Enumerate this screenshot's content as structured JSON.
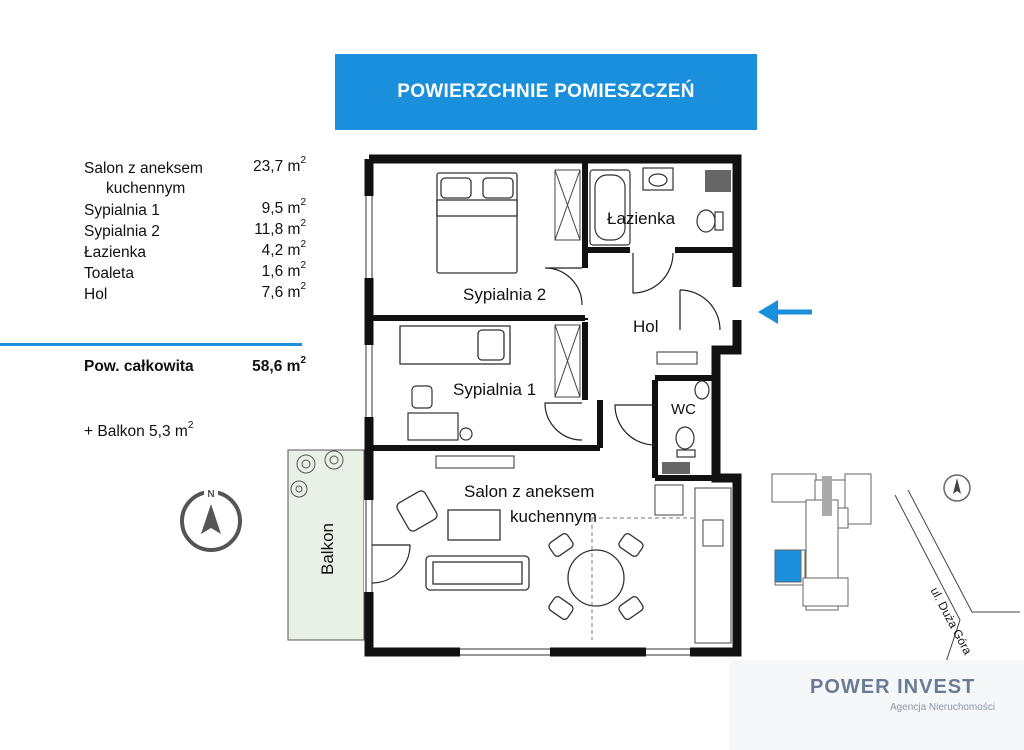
{
  "banner": {
    "title": "POWIERZCHNIE POMIESZCZEŃ"
  },
  "areas": [
    {
      "name": "Salon z aneksem",
      "name2": "kuchennym",
      "value": "23,7 m"
    },
    {
      "name": "Sypialnia 1",
      "value": "9,5 m"
    },
    {
      "name": "Sypialnia 2",
      "value": "11,8 m"
    },
    {
      "name": "Łazienka",
      "value": "4,2 m"
    },
    {
      "name": "Toaleta",
      "value": "1,6 m"
    },
    {
      "name": "Hol",
      "value": "7,6 m"
    }
  ],
  "unit_sup": "2",
  "total": {
    "label": "Pow. całkowita",
    "value": "58,6 m"
  },
  "balcony_note": "+ Balkon 5,3 m",
  "rooms": {
    "lazienka": "Łazienka",
    "sypialnia2": "Sypialnia 2",
    "hol": "Hol",
    "sypialnia1": "Sypialnia 1",
    "wc": "WC",
    "salon1": "Salon z aneksem",
    "salon2": "kuchennym",
    "balkon": "Balkon"
  },
  "compass_letter": "N",
  "street": "ul. Duża Góra",
  "brand": {
    "name": "POWER INVEST",
    "sub": "Agencja Nieruchomości"
  },
  "colors": {
    "accent": "#1a8fdc",
    "wall": "#111111",
    "balcony": "#e9f1e6"
  }
}
